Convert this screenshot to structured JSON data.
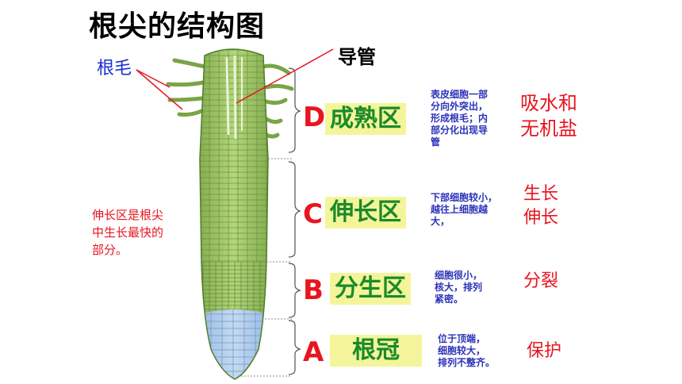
{
  "title": "根尖的结构图",
  "labels": {
    "root_hair": "根毛",
    "vessel": "导管"
  },
  "side_note": [
    "伸长区是根尖",
    "中生长最快的",
    "部分。"
  ],
  "zones": [
    {
      "letter": "D",
      "name": "成熟区",
      "desc": [
        "表皮细胞一部",
        "分向外突出，",
        "形成根毛；内",
        "部分化出现导",
        "管"
      ],
      "function": [
        "吸水和",
        "无机盐"
      ]
    },
    {
      "letter": "C",
      "name": "伸长区",
      "desc": [
        "下部细胞较小，",
        "越往上细胞越",
        "大，"
      ],
      "function": [
        "生长",
        "伸长"
      ]
    },
    {
      "letter": "B",
      "name": "分生区",
      "desc": [
        "细胞很小，",
        "核大，排列",
        "紧密。"
      ],
      "function": [
        "分裂"
      ]
    },
    {
      "letter": "A",
      "name": "根冠",
      "desc": [
        "位于顶端，",
        "细胞较大，",
        "排列不整齐。"
      ],
      "function": [
        "保护"
      ]
    }
  ],
  "colors": {
    "zone_letter": "#e8141e",
    "zone_name": "#1b8a2a",
    "zone_highlight": "#f4f59a",
    "description": "#2b33b8",
    "function": "#e8141e",
    "root_green": "#8fb95a",
    "root_cap_blue": "#a9c8ea"
  }
}
